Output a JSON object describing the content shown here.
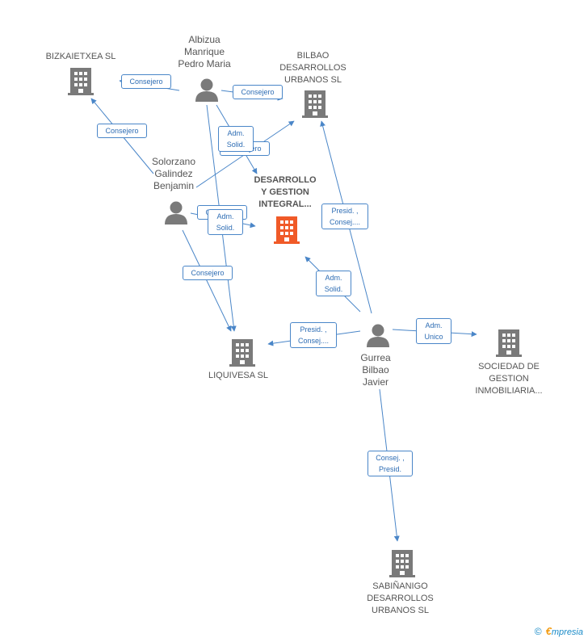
{
  "nodes": {
    "bizkaietxea": {
      "label": "BIZKAIETXEA SL",
      "kind": "company"
    },
    "albizua": {
      "label": "Albizua\nManrique\nPedro Maria",
      "kind": "person"
    },
    "bilbao_des": {
      "label": "BILBAO\nDESARROLLOS\nURBANOS SL",
      "kind": "company"
    },
    "solorzano": {
      "label": "Solorzano\nGalindez\nBenjamin",
      "kind": "person"
    },
    "desarrollo": {
      "label": "DESARROLLO\nY GESTION\nINTEGRAL...",
      "kind": "focus"
    },
    "liquivesa": {
      "label": "LIQUIVESA SL",
      "kind": "company"
    },
    "gurrea": {
      "label": "Gurrea\nBilbao\nJavier",
      "kind": "person"
    },
    "sociedad": {
      "label": "SOCIEDAD DE\nGESTION\nINMOBILIARIA...",
      "kind": "company"
    },
    "sabinanigo": {
      "label": "SABIÑANIGO\nDESARROLLOS\nURBANOS SL",
      "kind": "company"
    }
  },
  "edges": {
    "e1": {
      "label": "Consejero"
    },
    "e2": {
      "label": "Consejero"
    },
    "e3": {
      "label": "Consejero"
    },
    "e4": {
      "label": "Adm.\nSolid."
    },
    "e4b": {
      "label": "Consejero"
    },
    "e5": {
      "label": "Consejero"
    },
    "e6": {
      "label": "Adm.\nSolid."
    },
    "e7": {
      "label": "Consejero"
    },
    "e8": {
      "label": "Presid. ,\nConsej...."
    },
    "e9": {
      "label": "Adm.\nSolid."
    },
    "e10": {
      "label": "Presid. ,\nConsej...."
    },
    "e11": {
      "label": "Adm.\nUnico"
    },
    "e12": {
      "label": "Consej. ,\nPresid."
    }
  },
  "colors": {
    "edge": "#4a86c8",
    "company_icon": "#7a7a7a",
    "focus_icon": "#f05a28",
    "person_icon": "#7a7a7a"
  },
  "footer": {
    "copyright": "©",
    "brand_first": "€",
    "brand_rest": "mpresia"
  }
}
